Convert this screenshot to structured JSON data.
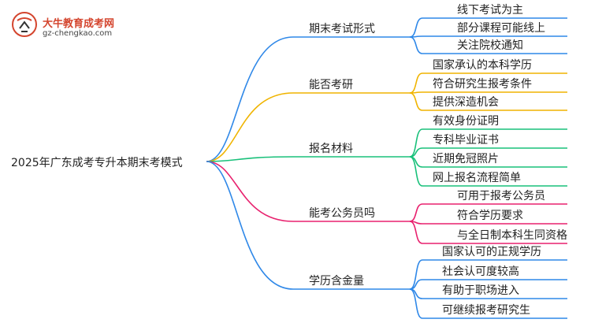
{
  "logo": {
    "name": "大牛教育成考网",
    "url": "gz-chengkao.com",
    "mark_color": "#d4452e"
  },
  "root": "2025年广东成考专升本期末考模式",
  "branches": [
    {
      "label": "期末考试形式",
      "color": "#2f88e8",
      "children": [
        "线下考试为主",
        "部分课程可能线上",
        "关注院校通知"
      ]
    },
    {
      "label": "能否考研",
      "color": "#f0b400",
      "children": [
        "国家承认的本科学历",
        "符合研究生报考条件",
        "提供深造机会"
      ]
    },
    {
      "label": "报名材料",
      "color": "#19c07a",
      "children": [
        "有效身份证明",
        "专科毕业证书",
        "近期免冠照片",
        "网上报名流程简单"
      ]
    },
    {
      "label": "能考公务员吗",
      "color": "#e8216e",
      "children": [
        "可用于报考公务员",
        "符合学历要求",
        "与全日制本科生同资格"
      ]
    },
    {
      "label": "学历含金量",
      "color": "#2f88e8",
      "children": [
        "国家认可的正规学历",
        "社会认可度较高",
        "有助于职场进入",
        "可继续报考研究生"
      ]
    }
  ]
}
